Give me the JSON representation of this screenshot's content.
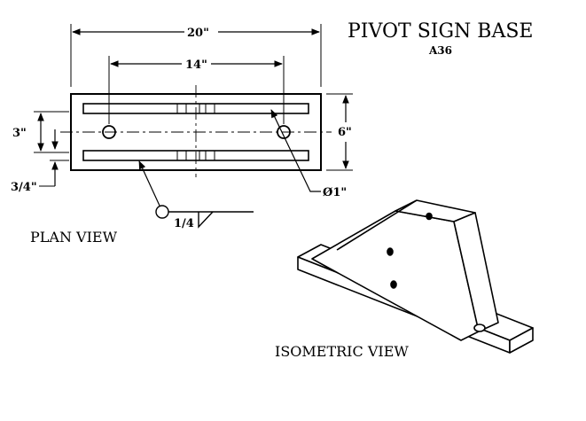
{
  "drawing": {
    "title": "PIVOT SIGN BASE",
    "material": "A36",
    "plan_view_label": "PLAN VIEW",
    "isometric_view_label": "ISOMETRIC VIEW"
  },
  "dimensions": {
    "overall_length": "20\"",
    "hole_spacing": "14\"",
    "overall_width": "6\"",
    "slot_spacing": "3\"",
    "plate_thickness": "3/4\"",
    "hole_diameter": "Ø1\"",
    "weld_size": "1/4"
  }
}
